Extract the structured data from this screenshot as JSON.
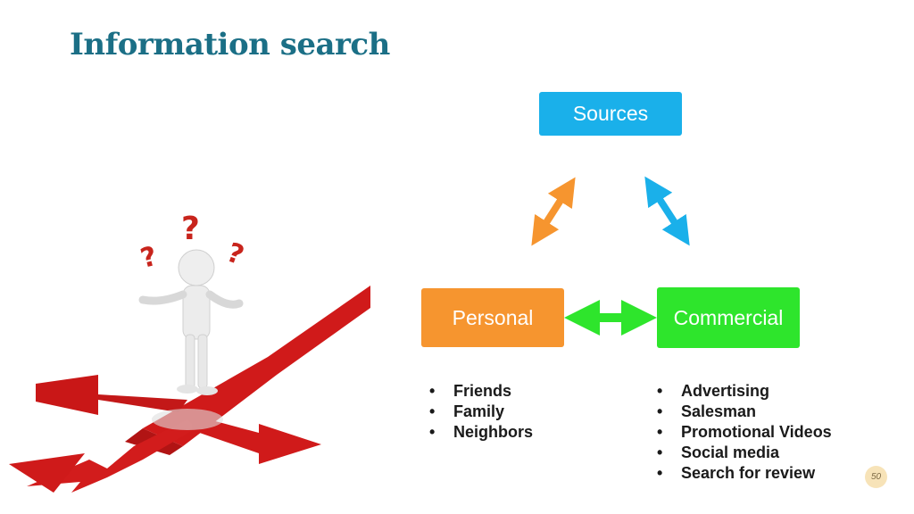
{
  "slide": {
    "title": "Information search",
    "page_number": "50"
  },
  "diagram": {
    "nodes": {
      "sources": "Sources",
      "personal": "Personal",
      "commercial": "Commercial"
    },
    "colors": {
      "sources": "#1ab0ea",
      "personal": "#f6952f",
      "commercial": "#2ee52c",
      "title": "#1b6f86"
    },
    "edges": [
      {
        "from": "sources",
        "to": "personal",
        "type": "double-arrow",
        "color": "#f6952f"
      },
      {
        "from": "sources",
        "to": "commercial",
        "type": "double-arrow",
        "color": "#1ab0ea"
      },
      {
        "from": "personal",
        "to": "commercial",
        "type": "double-arrow",
        "color": "#2ee52c"
      }
    ]
  },
  "lists": {
    "personal": [
      "Friends",
      "Family",
      "Neighbors"
    ],
    "commercial": [
      "Advertising",
      "Salesman",
      "Promotional Videos",
      "Social media",
      "Search for review"
    ]
  },
  "illustration": {
    "icons": [
      "confused-figure-icon",
      "question-mark-icon",
      "red-road-arrows-icon"
    ]
  }
}
